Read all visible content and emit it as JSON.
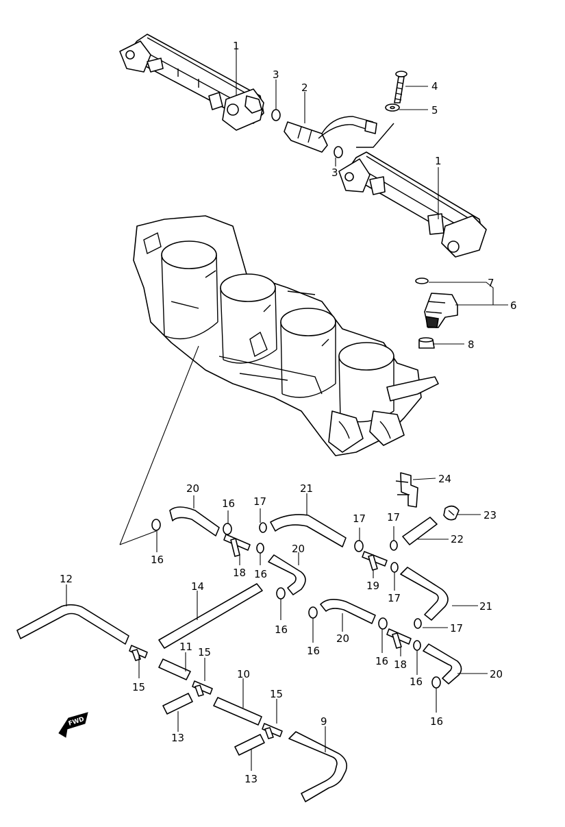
{
  "diagram": {
    "labels": {
      "l1a": "1",
      "l1b": "1",
      "l2": "2",
      "l3a": "3",
      "l3b": "3",
      "l4": "4",
      "l5": "5",
      "l6": "6",
      "l7": "7",
      "l8": "8",
      "l9": "9",
      "l10": "10",
      "l11": "11",
      "l12": "12",
      "l13a": "13",
      "l13b": "13",
      "l14": "14",
      "l15a": "15",
      "l15b": "15",
      "l15c": "15",
      "l16a": "16",
      "l16b": "16",
      "l16c": "16",
      "l16d": "16",
      "l16e": "16",
      "l16f": "16",
      "l16g": "16",
      "l16h": "16",
      "l17a": "17",
      "l17b": "17",
      "l17c": "17",
      "l17d": "17",
      "l17e": "17",
      "l18a": "18",
      "l18b": "18",
      "l19": "19",
      "l20a": "20",
      "l20b": "20",
      "l20c": "20",
      "l20d": "20",
      "l21a": "21",
      "l21b": "21",
      "l22": "22",
      "l23": "23",
      "l24": "24"
    },
    "fwd_marker": "FWD"
  }
}
